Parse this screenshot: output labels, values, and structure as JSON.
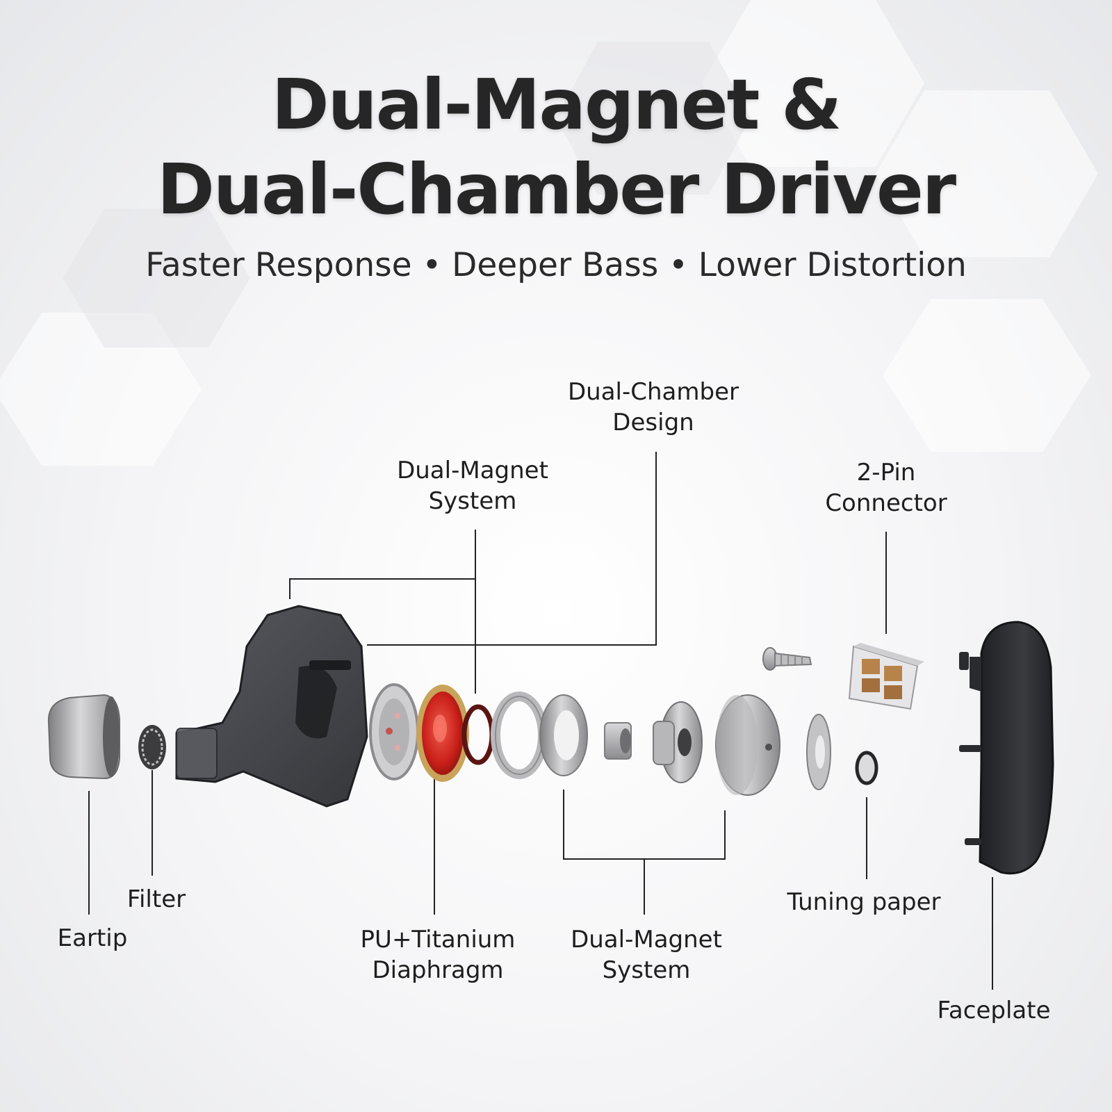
{
  "header": {
    "title_line1": "Dual-Magnet &",
    "title_line2": "Dual-Chamber Driver",
    "subtitle": "Faster Response • Deeper Bass • Lower Distortion"
  },
  "labels": {
    "dual_chamber_design": [
      "Dual-Chamber",
      "Design"
    ],
    "dual_magnet_system_top": [
      "Dual-Magnet",
      "System"
    ],
    "two_pin_connector": [
      "2-Pin",
      "Connector"
    ],
    "eartip": [
      "Eartip"
    ],
    "filter": [
      "Filter"
    ],
    "diaphragm": [
      "PU+Titanium",
      "Diaphragm"
    ],
    "dual_magnet_system_bottom": [
      "Dual-Magnet",
      "System"
    ],
    "tuning_paper": [
      "Tuning paper"
    ],
    "faceplate": [
      "Faceplate"
    ]
  },
  "colors": {
    "diaphragm_red": "#d42a22",
    "diaphragm_gold": "#c9a35a",
    "shell_smoke": "#3a3b40",
    "metal_light": "#c6c6c8",
    "metal_dark": "#8d8d90"
  }
}
